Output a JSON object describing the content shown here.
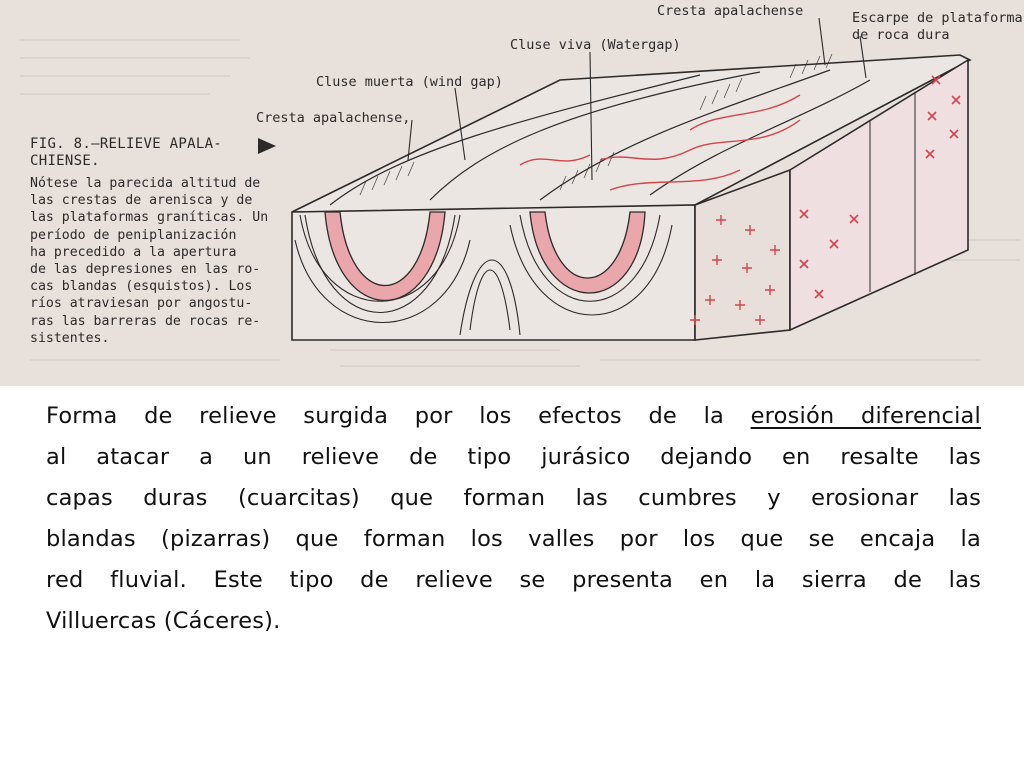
{
  "figure": {
    "labels": {
      "cresta_apalachense_top": "Cresta apalachense",
      "escarpe": "Escarpe de plataforma\nde roca dura",
      "escarpe_line1": "Escarpe de plataforma",
      "escarpe_line2": "de roca dura",
      "cluse_viva": "Cluse viva (Watergap)",
      "cluse_muerta": "Cluse muerta (wind gap)",
      "cresta_apalachense_left": "Cresta apalachense,"
    },
    "caption_title_line1": "FIG. 8.—RELIEVE APALA-",
    "caption_title_line2": "CHIENSE.",
    "caption_lines": [
      "Nótese la parecida altitud de",
      "las crestas de arenisca y de",
      "las plataformas graníticas. Un",
      "período de peniplanización",
      "ha precedido a la apertura",
      "de las depresiones en las ro-",
      "cas blandas (esquistos). Los",
      "ríos atraviesan por angostu-",
      "ras las barreras de rocas re-",
      "sistentes."
    ]
  },
  "text": {
    "line1_a": "Forma de relieve surgida por los efectos de la ",
    "line1_u": "erosión diferencial",
    "line2": "al atacar a un relieve de tipo jurásico dejando en resalte las",
    "line3": "capas duras (cuarcitas) que forman las cumbres y erosionar las",
    "line4": "blandas (pizarras) que forman los valles por los que se encaja la",
    "line5": "red fluvial. Este tipo de relieve se presenta en la sierra de las",
    "line6": "Villuercas (Cáceres)."
  }
}
